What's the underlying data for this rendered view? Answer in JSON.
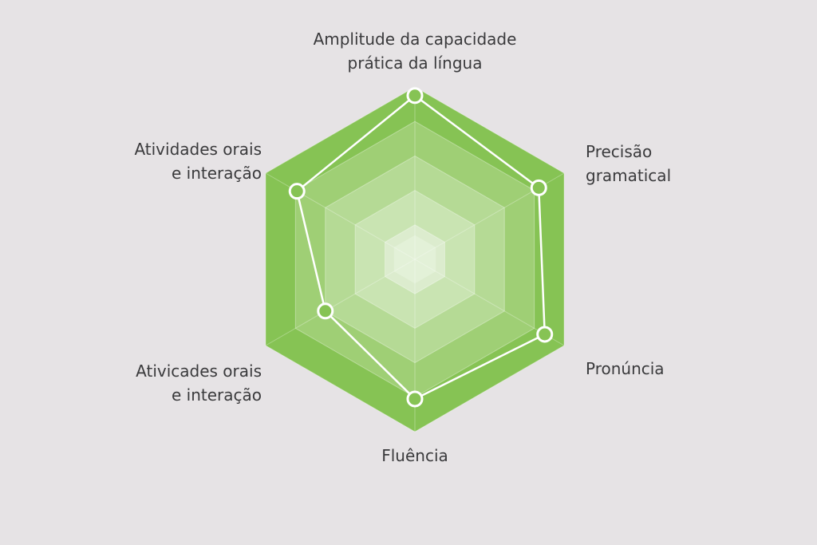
{
  "chart_data": {
    "type": "radar",
    "title": "",
    "axes": [
      {
        "label_lines": [
          "Amplitude da capacidade",
          "prática da língua"
        ],
        "value": 4.75
      },
      {
        "label_lines": [
          "Precisão",
          "gramatical"
        ],
        "value": 4.15
      },
      {
        "label_lines": [
          "Pronúncia"
        ],
        "value": 4.35
      },
      {
        "label_lines": [
          "Fluência"
        ],
        "value": 4.05
      },
      {
        "label_lines": [
          "Ativicades orais",
          "e interação"
        ],
        "value": 3.0
      },
      {
        "label_lines": [
          "Atividades orais",
          "e interação"
        ],
        "value": 3.95
      }
    ],
    "range": [
      0,
      5
    ],
    "levels": 5,
    "colors": {
      "ring_outer": "#86c354",
      "ring_inner": "#e3f1d8",
      "line": "#ffffff",
      "background": "#e6e3e5"
    }
  }
}
